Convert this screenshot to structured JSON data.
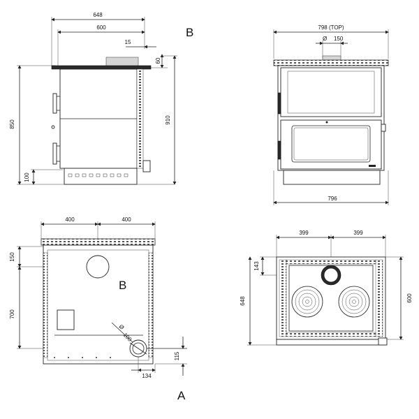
{
  "views": {
    "side": {
      "dims": {
        "total_width": "648",
        "body_width": "600",
        "flue_offset": "15",
        "top_height": "60",
        "height_850": "850",
        "height_910": "910",
        "plinth_100": "100"
      },
      "marker": "B"
    },
    "front": {
      "dims": {
        "top_width": "798 (TOP)",
        "flue_dia": "150",
        "bottom_width": "796"
      },
      "dia_symbol": "Ø"
    },
    "rear": {
      "dims": {
        "left_400": "400",
        "right_400": "400",
        "top_150": "150",
        "height_700": "700",
        "dia_100": "100",
        "bottom_115": "115",
        "offset_134": "134"
      },
      "dia_symbol": "Ø",
      "marker_b": "B",
      "marker_a": "A"
    },
    "top": {
      "dims": {
        "left_399": "399",
        "right_399": "399",
        "offset_143": "143",
        "depth_648": "648",
        "depth_600": "600"
      }
    }
  }
}
